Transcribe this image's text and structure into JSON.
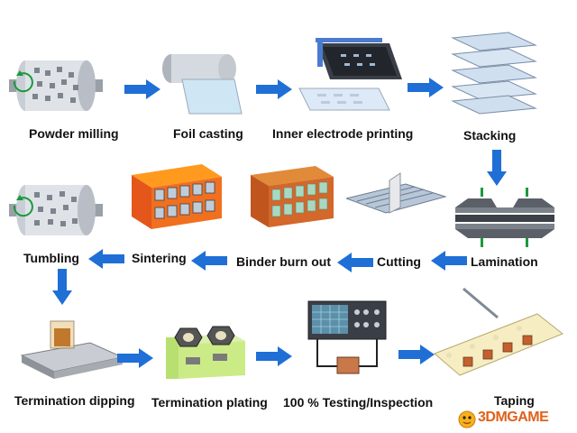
{
  "steps": {
    "powder_milling": "Powder milling",
    "foil_casting": "Foil casting",
    "inner_electrode_printing": "Inner electrode printing",
    "stacking": "Stacking",
    "lamination": "Lamination",
    "cutting": "Cutting",
    "binder_burn_out": "Binder burn out",
    "sintering": "Sintering",
    "tumbling": "Tumbling",
    "termination_dipping": "Termination dipping",
    "termination_plating": "Termination plating",
    "testing": "100 % Testing/Inspection",
    "taping": "Taping"
  },
  "watermark": "3DMGAME",
  "colors": {
    "arrow": "#1f6fd6",
    "label": "#111111",
    "watermark": "#e0611c"
  }
}
